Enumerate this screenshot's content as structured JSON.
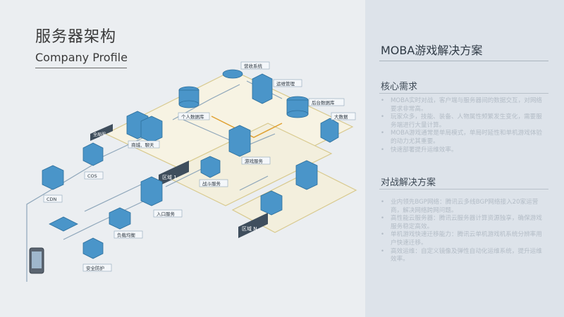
{
  "header": {
    "title_cn": "服务器架构",
    "title_en": "Company Profile"
  },
  "panel": {
    "title": "MOBA游戏解决方案",
    "sections": [
      {
        "heading": "核心需求",
        "items": [
          "MOBA实时对战，客户端与服务器间的数据交互，对网络要求非常高。",
          "玩家众多，技能、装备、人物属性频繁发生变化，需要服务端进行大量计算。",
          "MOBA游戏通常是单局模式，单局时延性和单机游戏体验的动力尤其重要。",
          "快速部署提升运维效率。"
        ]
      },
      {
        "heading": "对战解决方案",
        "items": [
          "业内领先BGP网络：腾讯云多线BGP网络接入20家运营商，解决网络跨网问题。",
          "高性能云服务器：腾讯云服务器计算资源独享，确保游戏服务稳定高效。",
          "单机游戏快速迁移能力：腾讯云单机游戏机系统分辨率用户快速迁移。",
          "高效运维：自定义镜像及弹性自动化运维系统，提升运维效率。"
        ]
      }
    ]
  },
  "diagram": {
    "zone1": "区域 1",
    "zoneN": "区域 N",
    "zoneTop": "全局服",
    "labels": {
      "mall": "商城、聊天",
      "personal_db": "个人数据库",
      "billing": "营收系统",
      "ops": "运维管理",
      "bg_db": "后台数据库",
      "bigdata": "大数据",
      "game": "游戏服务",
      "battle": "战斗服务",
      "entry": "入口服务",
      "lb": "负载均衡",
      "security": "安全防护",
      "cdn": "CDN",
      "cos": "COS"
    }
  }
}
